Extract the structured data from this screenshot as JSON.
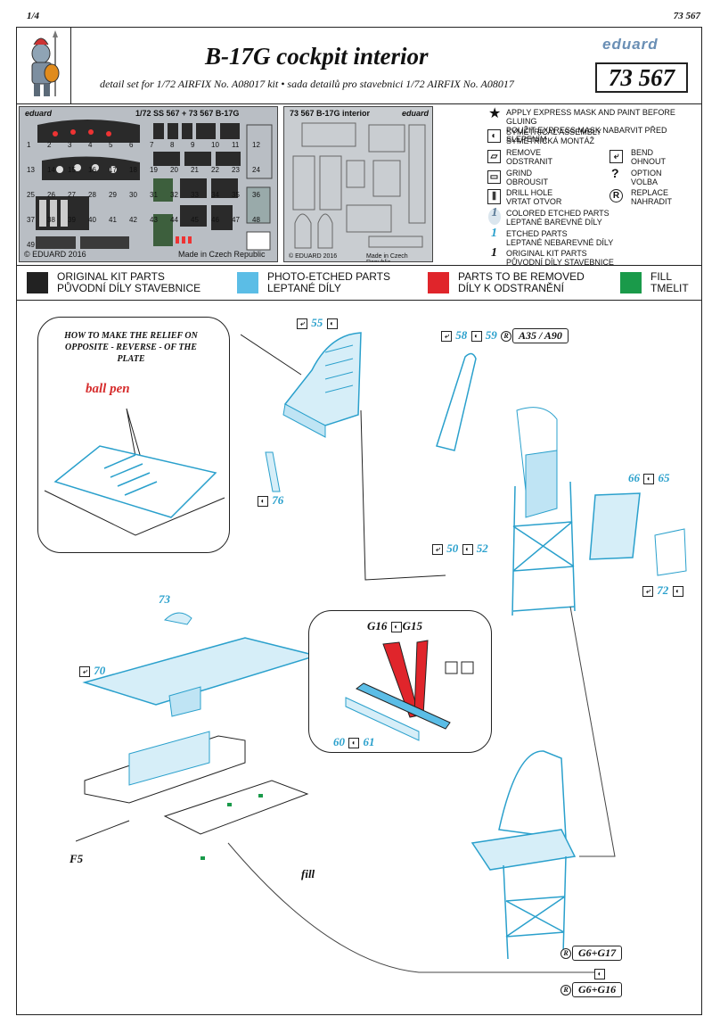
{
  "page": {
    "number": "1/4",
    "set_number": "73 567"
  },
  "header": {
    "title": "B-17G cockpit interior",
    "subtitle": "detail set for 1/72  AIRFIX  No. A08017 kit • sada detailů pro stavebnici 1/72  AIRFIX  No. A08017",
    "brand": "eduard",
    "set_box": "73 567"
  },
  "fret1": {
    "brand": "eduard",
    "title": "1/72   SS 567 + 73 567   B-17G",
    "copyright": "© EDUARD 2016",
    "made_in": "Made in Czech Republic",
    "numbers": [
      "1",
      "2",
      "3",
      "4",
      "5",
      "6",
      "7",
      "8",
      "9",
      "10",
      "11",
      "12",
      "13",
      "14",
      "15",
      "16",
      "17",
      "18",
      "19",
      "20",
      "21",
      "22",
      "23",
      "24",
      "25",
      "26",
      "27",
      "28",
      "29",
      "30",
      "31",
      "32",
      "33",
      "34",
      "35",
      "36",
      "37",
      "38",
      "39",
      "40",
      "41",
      "42",
      "43",
      "44",
      "45",
      "46",
      "47",
      "48",
      "49"
    ]
  },
  "fret2": {
    "title": "73 567  B-17G interior",
    "brand": "eduard",
    "copyright": "© EDUARD 2016",
    "made_in": "Made in Czech Republic"
  },
  "legend": {
    "items": [
      {
        "icon": "star-icon",
        "line1": "APPLY EXPRESS MASK AND PAINT BEFORE GLUING",
        "line2": "POUŽIT EXPRESS MASK NABARVIT PŘED SLEPENÍM"
      },
      {
        "icon": "yin-yang-icon",
        "line1": "SYMETRICAL ASSEMBLY",
        "line2": "SYMETRICKÁ MONTÁŽ"
      },
      {
        "icon": "remove-icon",
        "line1": "REMOVE",
        "line2": "ODSTRANIT"
      },
      {
        "icon": "bend-icon",
        "line1": "BEND",
        "line2": "OHNOUT"
      },
      {
        "icon": "grind-icon",
        "line1": "GRIND",
        "line2": "OBROUSIT"
      },
      {
        "icon": "question-icon",
        "line1": "OPTION",
        "line2": "VOLBA"
      },
      {
        "icon": "drill-icon",
        "line1": "DRILL HOLE",
        "line2": "VRTAT OTVOR"
      },
      {
        "icon": "replace-icon",
        "line1": "REPLACE",
        "line2": "NAHRADIT"
      },
      {
        "icon": "colored-etched-icon",
        "line1": "COLORED ETCHED PARTS",
        "line2": "LEPTANÉ BAREVNÉ DÍLY"
      },
      {
        "icon": "etched-icon",
        "line1": "ETCHED PARTS",
        "line2": "LEPTANÉ NEBAREVNÉ DÍLY"
      },
      {
        "icon": "kit-part-icon",
        "line1": "ORIGINAL KIT PARTS",
        "line2": "PŮVODNÍ DÍLY STAVEBNICE"
      }
    ],
    "glyphs": {
      "one": "1",
      "question": "?",
      "replace": "R"
    }
  },
  "colorbar": [
    {
      "color": "#222222",
      "line1": "ORIGINAL KIT PARTS",
      "line2": "PŮVODNÍ DÍLY STAVEBNICE"
    },
    {
      "color": "#5bbde6",
      "line1": "PHOTO-ETCHED PARTS",
      "line2": "LEPTANÉ DÍLY"
    },
    {
      "color": "#e0252b",
      "line1": "PARTS TO BE REMOVED",
      "line2": "DÍLY K ODSTRANĚNÍ"
    },
    {
      "color": "#1a9a4a",
      "line1": "FILL",
      "line2": "TMELIT"
    }
  ],
  "instructions": {
    "relief_title": "HOW TO MAKE THE RELIEF ON OPPOSITE - REVERSE - OF THE PLATE",
    "ball_pen": "ball pen",
    "c55": "55",
    "c58": "58",
    "c59": "59",
    "a35": "A35 / A90",
    "c76": "76",
    "c66": "66",
    "c65": "65",
    "c50": "50",
    "c52": "52",
    "c72": "72",
    "c73": "73",
    "c70": "70",
    "g16": "G16",
    "g15": "G15",
    "c60": "60",
    "c61": "61",
    "f5": "F5",
    "fill": "fill",
    "g6g17": "G6+G17",
    "g6g16": "G6+G16"
  },
  "accent_colors": {
    "pe_blue": "#5bbde6",
    "remove_red": "#e0252b",
    "fill_green": "#1a9a4a"
  }
}
